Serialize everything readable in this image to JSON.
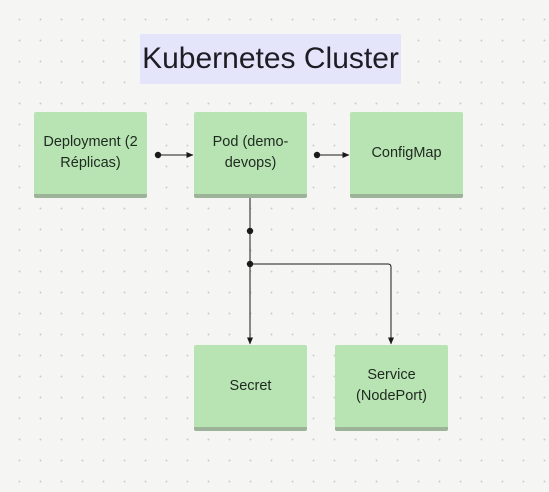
{
  "diagram": {
    "title": "Kubernetes Cluster",
    "nodes": {
      "deployment": "Deployment (2 Réplicas)",
      "pod": "Pod (demo-devops)",
      "configmap": "ConfigMap",
      "secret": "Secret",
      "service": "Service (NodePort)"
    }
  },
  "colors": {
    "node_fill": "#b8e4b4",
    "node_shadow": "#9cb39a",
    "title_fill": "#e4e4fb",
    "connector": "#1a1a1a"
  }
}
